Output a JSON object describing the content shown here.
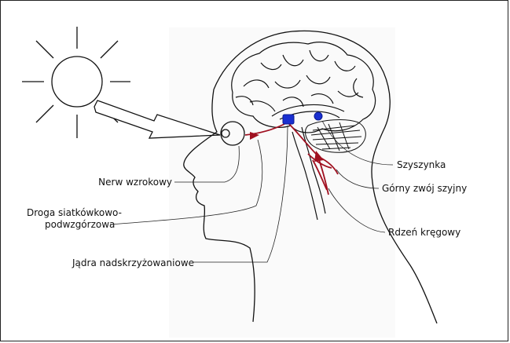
{
  "labels": {
    "optic_nerve": "Nerw wzrokowy",
    "retino_line1": "Droga siatkówkowo-",
    "retino_line2": "podwzgórzowa",
    "scn": "Jądra nadskrzyżowaniowe",
    "pineal": "Szyszynka",
    "ganglion": "Górny zwój szyjny",
    "spinal": "Rdzeń kręgowy"
  },
  "icons": [
    "sun-icon",
    "light-arrow-icon",
    "eye-icon",
    "brain-icon"
  ],
  "colors": {
    "line": "#111111",
    "pathway": "#a01020",
    "nucleus": "#1a2fd0"
  }
}
